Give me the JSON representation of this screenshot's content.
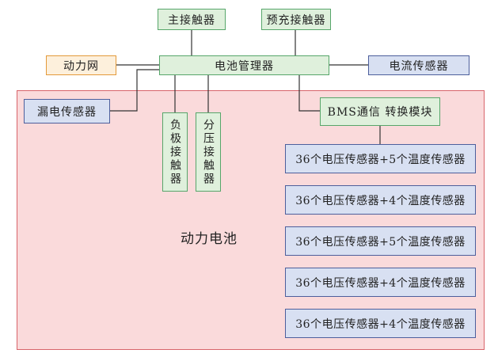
{
  "nodes": {
    "main_contactor": "主接触器",
    "precharge_contactor": "预充接触器",
    "grid": "动力网",
    "bms": "电池管理器",
    "current_sensor": "电流传感器",
    "leakage_sensor": "漏电传感器",
    "negative_contactor": "负极接触器",
    "divider_contactor": "分压接触器",
    "bms_comm": "BMS通信 转换模块",
    "battery": "动力电池",
    "sensor_groups": [
      "36个电压传感器+5个温度传感器",
      "36个电压传感器+4个温度传感器",
      "36个电压传感器+5个温度传感器",
      "36个电压传感器+4个温度传感器",
      "36个电压传感器+4个温度传感器"
    ]
  },
  "colors": {
    "green_fill": "#dff0dc",
    "green_border": "#57a66a",
    "blue_fill": "#d8e0f2",
    "blue_border": "#4d5f9c",
    "orange_fill": "#fdf0dc",
    "orange_border": "#e39a3a",
    "battery_fill": "#fadadb",
    "battery_border": "#d8646a"
  }
}
